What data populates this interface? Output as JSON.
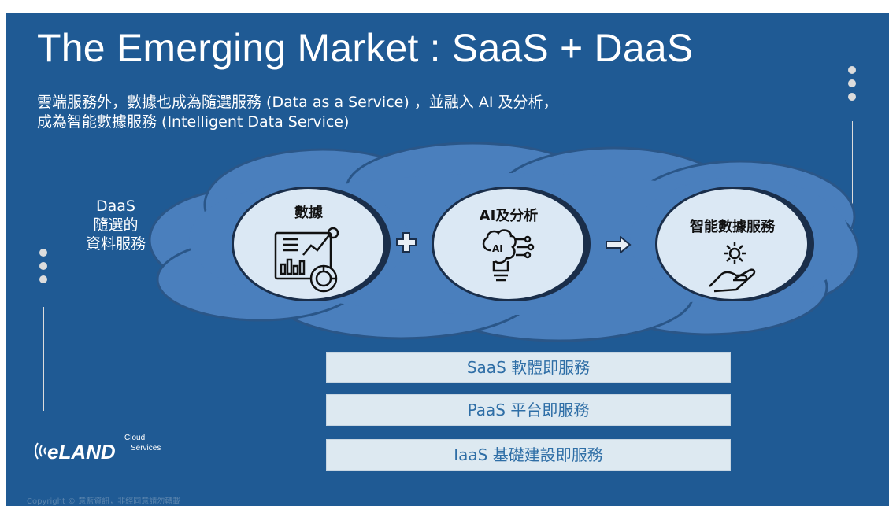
{
  "slide": {
    "title": "The Emerging Market : SaaS + DaaS",
    "subtitle_line1": "雲端服務外，數據也成為隨選服務 (Data as a Service) ，並融入 AI 及分析，",
    "subtitle_line2": "成為智能數據服務 (Intelligent Data Service)"
  },
  "side_label": {
    "line1": "DaaS",
    "line2": "隨選的",
    "line3": "資料服務"
  },
  "circles": [
    {
      "label": "數據",
      "icon": "data-dashboard-icon"
    },
    {
      "label": "AI及分析",
      "icon": "ai-brain-bulb-icon"
    },
    {
      "label": "智能數據服務",
      "icon": "gear-hand-icon"
    }
  ],
  "operators": {
    "plus": "plus-icon",
    "arrow": "arrow-right-icon"
  },
  "stack": [
    "SaaS 軟體即服務",
    "PaaS 平台即服務",
    "IaaS 基礎建設即服務"
  ],
  "logo": {
    "brand": "eLAND",
    "line1": "Cloud",
    "line2": "Services"
  },
  "footer": {
    "copyright": "Copyright © 意藍資訊，非經同意請勿轉載"
  },
  "colors": {
    "background": "#1f5a94",
    "cloud": "#4a7fbd",
    "circle_fill": "#dbe8f4",
    "stack_fill": "#dde9f1",
    "stack_text": "#2e6ea6"
  }
}
